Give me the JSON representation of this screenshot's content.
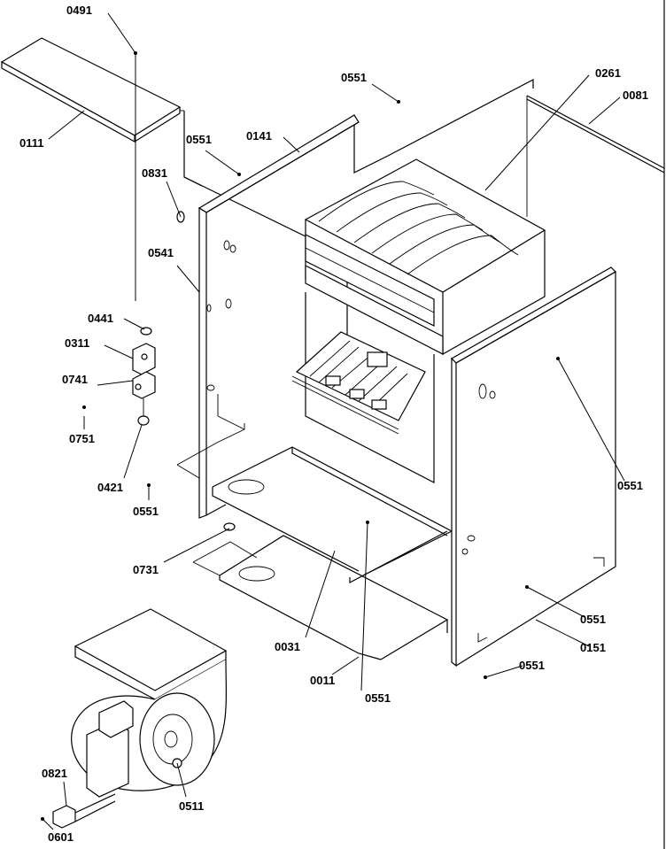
{
  "diagram": {
    "part_labels": [
      "0491",
      "0551",
      "0261",
      "0081",
      "0111",
      "0551",
      "0141",
      "0831",
      "0541",
      "0441",
      "0311",
      "0741",
      "0751",
      "0421",
      "0551",
      "0551",
      "0731",
      "0031",
      "0011",
      "0551",
      "0551",
      "0151",
      "0551",
      "0821",
      "0511",
      "0601"
    ]
  },
  "colors": {
    "line": "#000000",
    "background": "#ffffff"
  }
}
